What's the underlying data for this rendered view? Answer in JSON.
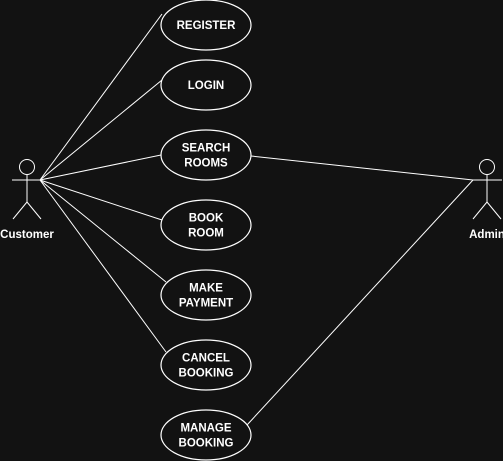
{
  "diagram": {
    "colors": {
      "background": "#121212",
      "stroke": "#ffffff",
      "text": "#ffffff"
    },
    "actors": [
      {
        "id": "customer",
        "label": "Customer",
        "icon": "stick-figure-icon"
      },
      {
        "id": "admin",
        "label": "Admin",
        "icon": "stick-figure-icon"
      }
    ],
    "use_cases": [
      {
        "id": "register",
        "lines": [
          "REGISTER"
        ]
      },
      {
        "id": "login",
        "lines": [
          "LOGIN"
        ]
      },
      {
        "id": "search-rooms",
        "lines": [
          "SEARCH",
          "ROOMS"
        ]
      },
      {
        "id": "book-room",
        "lines": [
          "BOOK",
          "ROOM"
        ]
      },
      {
        "id": "make-payment",
        "lines": [
          "MAKE",
          "PAYMENT"
        ]
      },
      {
        "id": "cancel-booking",
        "lines": [
          "CANCEL",
          "BOOKING"
        ]
      },
      {
        "id": "manage-booking",
        "lines": [
          "MANAGE",
          "BOOKING"
        ]
      }
    ],
    "associations": [
      {
        "actor": "customer",
        "use_case": "register"
      },
      {
        "actor": "customer",
        "use_case": "login"
      },
      {
        "actor": "customer",
        "use_case": "search-rooms"
      },
      {
        "actor": "customer",
        "use_case": "book-room"
      },
      {
        "actor": "customer",
        "use_case": "make-payment"
      },
      {
        "actor": "customer",
        "use_case": "cancel-booking"
      },
      {
        "actor": "admin",
        "use_case": "search-rooms"
      },
      {
        "actor": "admin",
        "use_case": "manage-booking"
      }
    ]
  }
}
